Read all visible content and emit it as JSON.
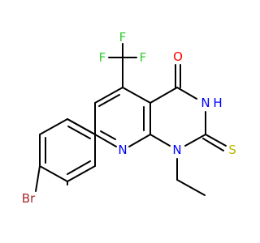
{
  "molecule": {
    "atom_labels": {
      "F1": "F",
      "F2": "F",
      "F3": "F",
      "O": "O",
      "N3": "N",
      "H3": "H",
      "N8": "N",
      "N1": "N",
      "S": "S",
      "Br": "Br"
    },
    "colors": {
      "bond": "#000000",
      "F": "#33CC33",
      "O": "#FF0000",
      "N": "#0000FF",
      "S": "#B8B800",
      "Br": "#A62929"
    }
  }
}
